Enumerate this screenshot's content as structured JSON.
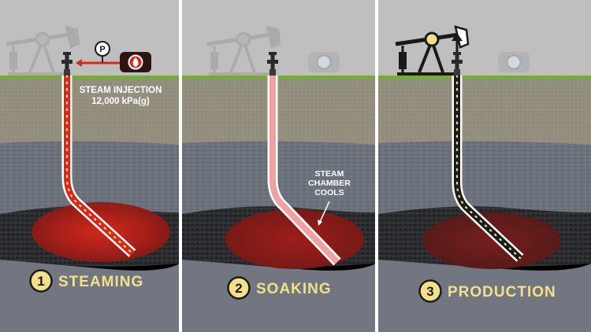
{
  "panels": [
    {
      "number": "1",
      "title": "STEAMING",
      "annotation_lines": [
        "STEAM INJECTION",
        "12,000 kPa(g)"
      ],
      "gauge_symbol": "P"
    },
    {
      "number": "2",
      "title": "SOAKING",
      "annotation_lines": [
        "STEAM",
        "CHAMBER",
        "COOLS"
      ]
    },
    {
      "number": "3",
      "title": "PRODUCTION",
      "annotation_lines": []
    }
  ],
  "colors": {
    "sky": "#bfbfbf",
    "grass": "#7aa646",
    "topsoil": "#948e7f",
    "shale": "#6b727c",
    "oil_sand": "#2c2c2e",
    "basement": "#717680",
    "steam_red": "#d8281c",
    "soak_pink": "#f0a2a2",
    "badge": "#f2e08a",
    "divider": "#ffffff"
  },
  "icons": {
    "pumpjack": "pumpjack-icon",
    "gauge": "pressure-gauge-icon",
    "generator": "steam-generator-icon",
    "wellhead": "wellhead-valve-icon",
    "arrow": "flow-arrow-icon"
  }
}
